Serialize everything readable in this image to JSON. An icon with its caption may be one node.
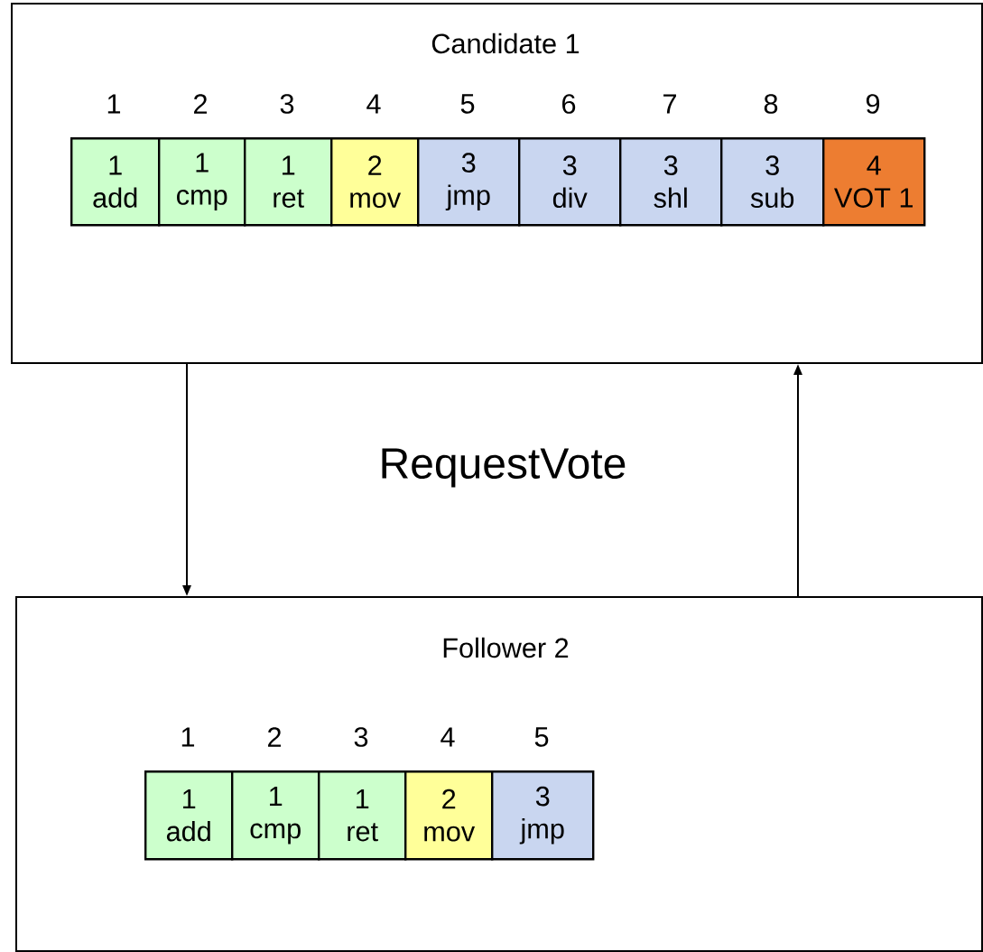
{
  "diagram": {
    "nodes": [
      {
        "text": [
          "Candidate 1"
        ]
      },
      {
        "text": [
          "1",
          "add"
        ],
        "in": 0,
        "beside": [
          "1"
        ]
      },
      {
        "text": [
          "1",
          "cmp"
        ],
        "in": 0,
        "beside": [
          "2"
        ]
      },
      {
        "text": [
          "1",
          "ret"
        ],
        "in": 0,
        "beside": [
          "3"
        ]
      },
      {
        "text": [
          "2",
          "mov"
        ],
        "in": 0,
        "beside": [
          "4"
        ]
      },
      {
        "text": [
          "3",
          "jmp"
        ],
        "in": 0,
        "beside": [
          "5"
        ]
      },
      {
        "text": [
          "3",
          "div"
        ],
        "in": 0,
        "beside": [
          "6"
        ]
      },
      {
        "text": [
          "3",
          "shl"
        ],
        "in": 0,
        "beside": [
          "7"
        ]
      },
      {
        "text": [
          "3",
          "sub"
        ],
        "in": 0,
        "beside": [
          "8"
        ]
      },
      {
        "text": [
          "4",
          "VOT 1"
        ],
        "in": 0,
        "beside": [
          "9"
        ]
      },
      {
        "text": [
          "Follower 2"
        ]
      },
      {
        "text": [
          "1",
          "add"
        ],
        "in": 10,
        "beside": [
          "1"
        ]
      },
      {
        "text": [
          "1",
          "cmp"
        ],
        "in": 10,
        "beside": [
          "2"
        ]
      },
      {
        "text": [
          "1",
          "ret"
        ],
        "in": 10,
        "beside": [
          "3"
        ]
      },
      {
        "text": [
          "2",
          "mov"
        ],
        "in": 10,
        "beside": [
          "4"
        ]
      },
      {
        "text": [
          "3",
          "jmp"
        ],
        "in": 10,
        "beside": [
          "5"
        ]
      }
    ],
    "edges": [
      {
        "from": 0,
        "to": 10,
        "arrow": "to"
      },
      {
        "from": 10,
        "to": 0,
        "arrow": "to"
      }
    ],
    "labels": [
      "RequestVote"
    ]
  }
}
